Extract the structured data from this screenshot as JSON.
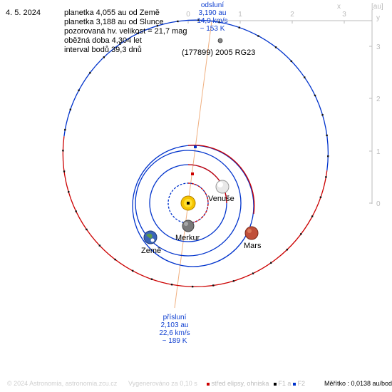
{
  "date": "4. 5. 2024",
  "info_lines": [
    "planetka 4,055 au od Země",
    "planetka 3,188 au od Slunce",
    "pozorovaná hv. velikost = 21,7 mag",
    "oběžná doba 4,304 let",
    "interval bodů 39,3 dnů"
  ],
  "object_name": "(177899) 2005 RG23",
  "aphelion": {
    "label": "odsluní",
    "distance": "3,190 au",
    "speed": "14,9 km/s",
    "temp": "~ 153 K"
  },
  "perihelion": {
    "label": "přísluní",
    "distance": "2,103 au",
    "speed": "22,6 km/s",
    "temp": "~ 189 K"
  },
  "planets": {
    "venus": "Venuše",
    "mercury": "Merkur",
    "mars": "Mars",
    "earth": "Země"
  },
  "axes": {
    "unit": "[au]",
    "x_label": "x",
    "y_label": "y",
    "x_ticks": [
      "0",
      "1",
      "2",
      "3"
    ],
    "y_ticks": [
      "3",
      "2",
      "1",
      "0"
    ]
  },
  "footer": {
    "copyright": "© 2024 Astronomia, astronomia.zcu.cz",
    "generated": "Vygenerováno za 0,10 s",
    "legend_center": "střed elipsy, ohniska",
    "legend_f1": "F1 a",
    "legend_f2": "F2",
    "scale": "Měřítko : 0,0138 au/bod"
  },
  "colors": {
    "orbit_near": "#cc0000",
    "orbit_far": "#0033cc",
    "axis": "#bbbbbb",
    "apsis_line": "#f0b080",
    "label_blue": "#1040d0"
  }
}
